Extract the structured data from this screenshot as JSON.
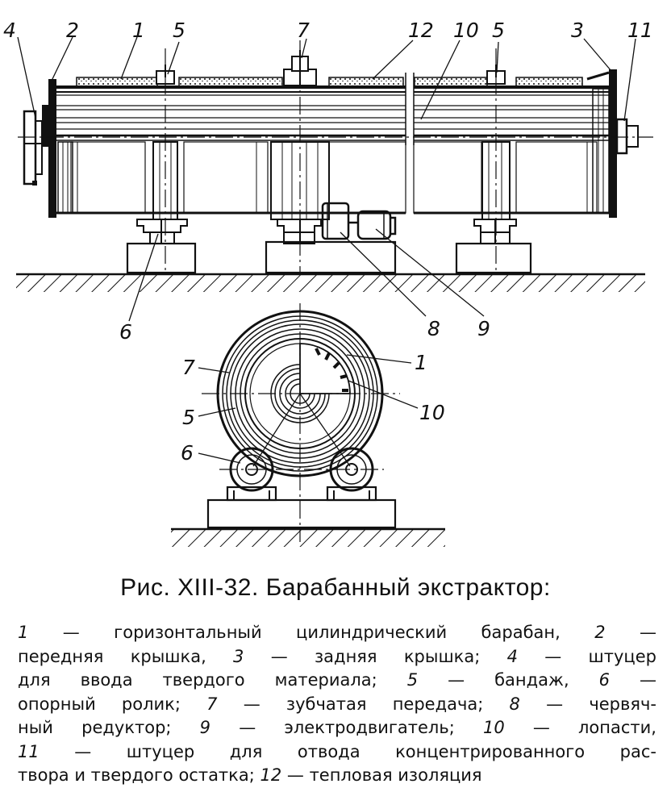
{
  "figure": {
    "callouts": {
      "top": [
        "4",
        "2",
        "1",
        "5",
        "7",
        "12",
        "10",
        "5",
        "3",
        "11"
      ],
      "side_bottom": [
        "6",
        "8",
        "9"
      ],
      "section": [
        "7",
        "5",
        "6",
        "1",
        "10"
      ]
    }
  },
  "caption": {
    "text": "Рис. XIII-32. Барабанный экстрактор:"
  },
  "legend": {
    "lines": [
      [
        {
          "num": "1",
          "text": " — горизонтальный цилиндрический барабан, "
        },
        {
          "num": "2",
          "text": " —"
        }
      ],
      [
        {
          "num": "",
          "text": "передняя крышка, "
        },
        {
          "num": "3",
          "text": " — задняя крышка; "
        },
        {
          "num": "4",
          "text": " — штуцер"
        }
      ],
      [
        {
          "num": "",
          "text": "для ввода твердого материала; "
        },
        {
          "num": "5",
          "text": " — бандаж, "
        },
        {
          "num": "6",
          "text": " —"
        }
      ],
      [
        {
          "num": "",
          "text": "опорный ролик; "
        },
        {
          "num": "7",
          "text": " — зубчатая передача; "
        },
        {
          "num": "8",
          "text": " — червяч-"
        }
      ],
      [
        {
          "num": "",
          "text": "ный редуктор; "
        },
        {
          "num": "9",
          "text": " — электродвигатель; "
        },
        {
          "num": "10",
          "text": " — лопасти,"
        }
      ],
      [
        {
          "num": "11",
          "text": " — штуцер для отвода концентрированного рас-"
        }
      ],
      [
        {
          "num": "",
          "text": "твора и твердого остатка; "
        },
        {
          "num": "12",
          "text": " — тепловая изоляция"
        }
      ]
    ]
  }
}
